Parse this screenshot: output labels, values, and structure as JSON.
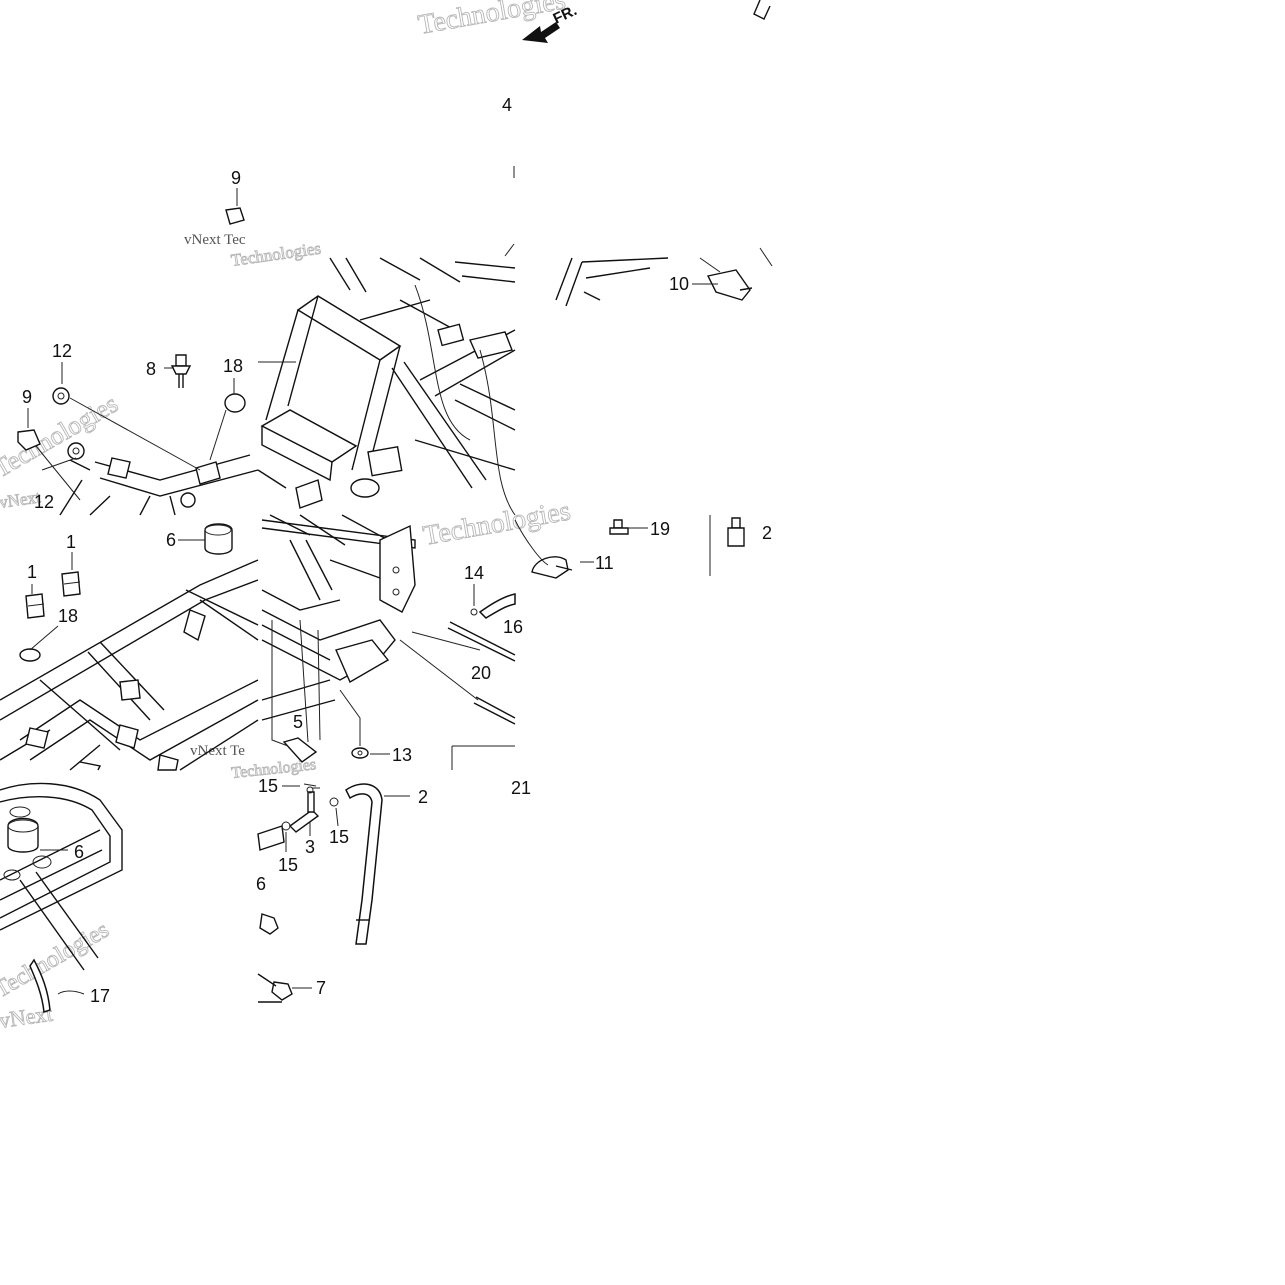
{
  "direction_arrow": {
    "label": "FR."
  },
  "watermarks": [
    {
      "id": "wm-1",
      "text": "Technologies"
    },
    {
      "id": "wm-2",
      "text": "vNext Tec"
    },
    {
      "id": "wm-3",
      "text": "Technologies"
    },
    {
      "id": "wm-4",
      "text": "vNext"
    },
    {
      "id": "wm-5",
      "text": "Technologies"
    },
    {
      "id": "wm-6",
      "text": "Technologies"
    },
    {
      "id": "wm-7",
      "text": "vNext Te"
    },
    {
      "id": "wm-8",
      "text": "Technologies"
    },
    {
      "id": "wm-9",
      "text": "vNext"
    },
    {
      "id": "wm-10",
      "text": "Technologies"
    }
  ],
  "callouts": [
    {
      "id": "c-4",
      "text": "4"
    },
    {
      "id": "c-9a",
      "text": "9"
    },
    {
      "id": "c-10",
      "text": "10"
    },
    {
      "id": "c-12a",
      "text": "12"
    },
    {
      "id": "c-8",
      "text": "8"
    },
    {
      "id": "c-18a",
      "text": "18"
    },
    {
      "id": "c-9b",
      "text": "9"
    },
    {
      "id": "c-12b",
      "text": "12"
    },
    {
      "id": "c-6a",
      "text": "6"
    },
    {
      "id": "c-19",
      "text": "19"
    },
    {
      "id": "c-2a",
      "text": "2"
    },
    {
      "id": "c-11",
      "text": "11"
    },
    {
      "id": "c-1a",
      "text": "1"
    },
    {
      "id": "c-1b",
      "text": "1"
    },
    {
      "id": "c-14",
      "text": "14"
    },
    {
      "id": "c-18b",
      "text": "18"
    },
    {
      "id": "c-16a",
      "text": "16"
    },
    {
      "id": "c-20",
      "text": "20"
    },
    {
      "id": "c-5",
      "text": "5"
    },
    {
      "id": "c-13",
      "text": "13"
    },
    {
      "id": "c-15a",
      "text": "15"
    },
    {
      "id": "c-2b",
      "text": "2"
    },
    {
      "id": "c-21",
      "text": "21"
    },
    {
      "id": "c-15b",
      "text": "15"
    },
    {
      "id": "c-3",
      "text": "3"
    },
    {
      "id": "c-15c",
      "text": "15"
    },
    {
      "id": "c-6b",
      "text": "6"
    },
    {
      "id": "c-6c",
      "text": "6"
    },
    {
      "id": "c-7",
      "text": "7"
    },
    {
      "id": "c-17",
      "text": "17"
    }
  ]
}
